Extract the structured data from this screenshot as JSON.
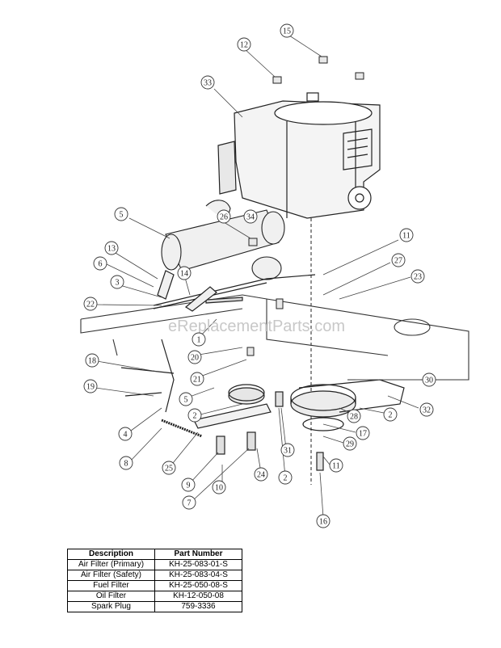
{
  "watermark": "eReplacementParts.com",
  "callouts": [
    "15",
    "12",
    "33",
    "34",
    "5",
    "26",
    "11",
    "27",
    "23",
    "13",
    "6",
    "3",
    "22",
    "14",
    "1",
    "20",
    "18",
    "21",
    "19",
    "5",
    "2",
    "30",
    "32",
    "28",
    "2",
    "4",
    "17",
    "31",
    "29",
    "8",
    "25",
    "24",
    "2",
    "11",
    "9",
    "10",
    "7",
    "16"
  ],
  "table": {
    "headers": {
      "description": "Description",
      "part_number": "Part Number"
    },
    "rows": [
      {
        "description": "Air Filter (Primary)",
        "part_number": "KH-25-083-01-S"
      },
      {
        "description": "Air Filter (Safety)",
        "part_number": "KH-25-083-04-S"
      },
      {
        "description": "Fuel Filter",
        "part_number": "KH-25-050-08-S"
      },
      {
        "description": "Oil Filter",
        "part_number": "KH-12-050-08"
      },
      {
        "description": "Spark Plug",
        "part_number": "759-3336"
      }
    ]
  }
}
